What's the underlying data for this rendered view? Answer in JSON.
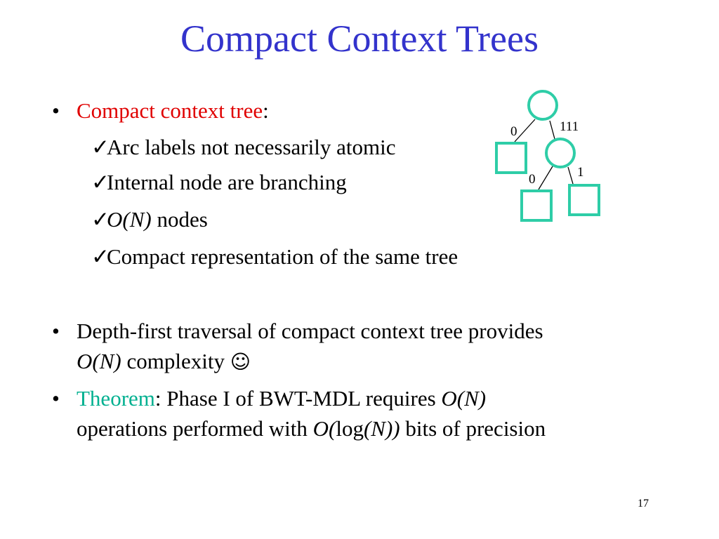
{
  "slide": {
    "title": "Compact Context Trees",
    "page_number": "17",
    "colors": {
      "title": "#3333CC",
      "highlight_red": "#E00000",
      "highlight_teal": "#00B090",
      "node": "#2ECDA7"
    },
    "bullet_symbol": "•",
    "check_symbol": "✓",
    "smiley_symbol": "☺",
    "bullets": [
      {
        "term": "Compact context tree",
        "after": ":"
      },
      {
        "text": "Depth-first traversal of compact context tree provides",
        "line2_italic": "O(N)",
        "line2_rest": " complexity "
      },
      {
        "term": "Theorem",
        "after": ": Phase I of BWT-MDL requires ",
        "after_italic": "O(N)",
        "line2_pre": "operations performed with ",
        "line2_i1": "O(",
        "line2_log": "log",
        "line2_i2": "(N))",
        "line2_post": " bits of precision"
      }
    ],
    "checks": [
      {
        "text": "Arc labels not necessarily atomic"
      },
      {
        "text": "Internal node are branching"
      },
      {
        "italic": "O(N)",
        "text": " nodes"
      },
      {
        "text": "Compact representation of the same tree"
      }
    ]
  },
  "tree": {
    "edge_labels": [
      "0",
      "111",
      "0",
      "1"
    ]
  }
}
